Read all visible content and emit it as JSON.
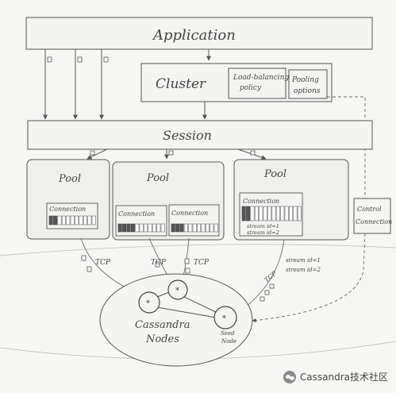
{
  "application_label": "Application",
  "cluster_label": "Cluster",
  "load_balancing_label": [
    "Load-balancing",
    "policy"
  ],
  "pooling_label": [
    "Pooling",
    "options"
  ],
  "session_label": "Session",
  "pools": [
    {
      "label": "Pool",
      "connections": [
        {
          "label": "Connection"
        }
      ]
    },
    {
      "label": "Pool",
      "connections": [
        {
          "label": "Connection"
        },
        {
          "label": "Connection"
        }
      ]
    },
    {
      "label": "Pool",
      "connections": [
        {
          "label": "Connection"
        }
      ],
      "streams": [
        "stream id=1",
        "stream id=2"
      ]
    }
  ],
  "control_connection_label": [
    "Control",
    "Connection"
  ],
  "tcp_label": "TCP",
  "right_streams": [
    "stream id=1",
    "stream id=2"
  ],
  "cassandra_label": [
    "Cassandra",
    "Nodes"
  ],
  "seed_node_label": [
    "Seed",
    "Node"
  ],
  "watermark": "Cassandra技术社区"
}
